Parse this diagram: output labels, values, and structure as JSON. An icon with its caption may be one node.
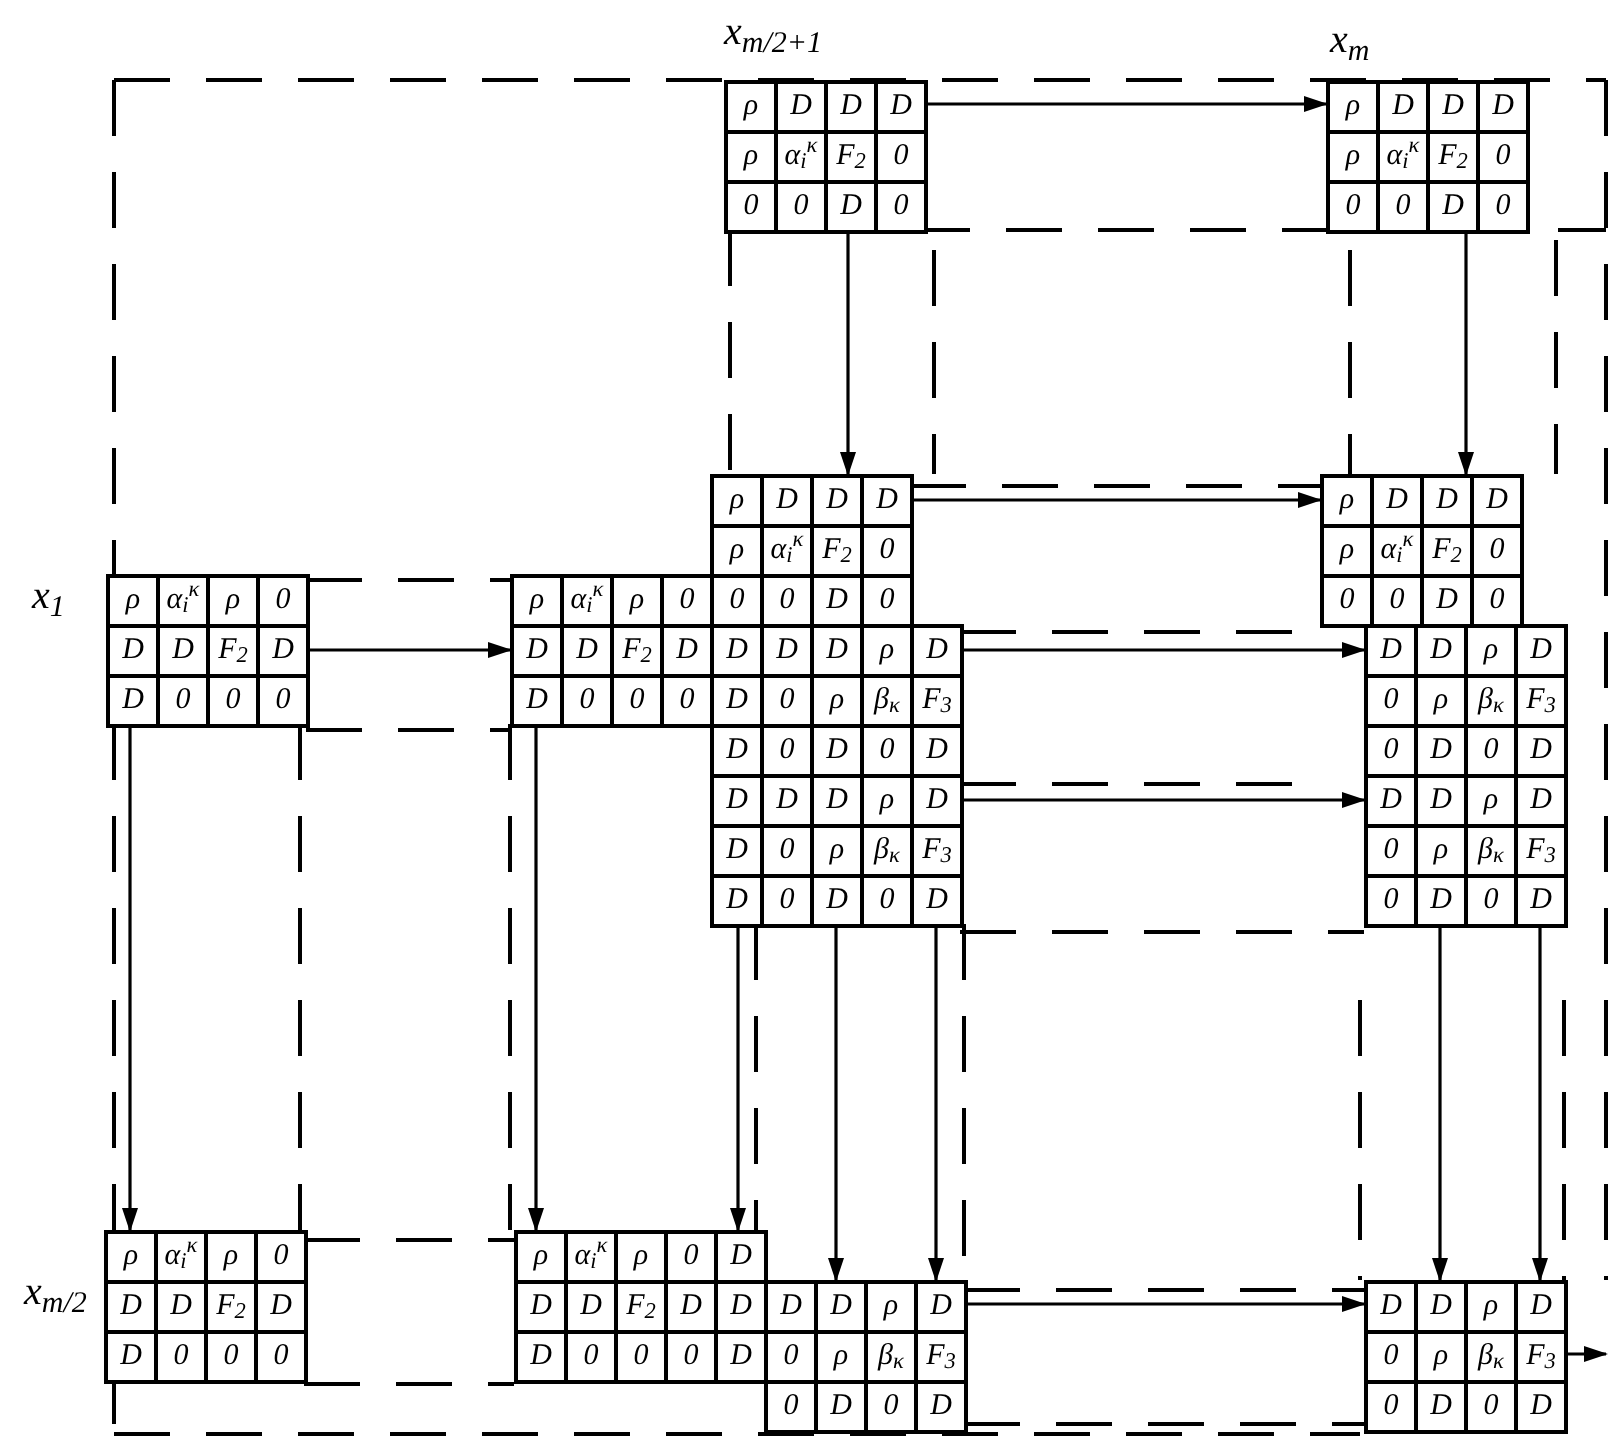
{
  "diagram": {
    "nodes": [
      {
        "text": [
          "ρ",
          "D",
          "D",
          "D",
          "ρ",
          "α$_{i}$$^{κ}$",
          "F$_{2}$",
          "0",
          "0",
          "0",
          "D",
          "0"
        ],
        "beside": [
          "x$_{m/2+1}$"
        ]
      },
      {
        "text": [
          "ρ",
          "D",
          "D",
          "D",
          "ρ",
          "α$_{i}$$^{κ}$",
          "F$_{2}$",
          "0",
          "0",
          "0",
          "D",
          "0"
        ],
        "beside": [
          "x$_{m}$"
        ]
      },
      {
        "text": [
          "ρ",
          "D",
          "D",
          "D",
          "ρ",
          "α$_{i}$$^{κ}$",
          "F$_{2}$",
          "0",
          "0",
          "0",
          "D",
          "0"
        ]
      },
      {
        "text": [
          "ρ",
          "D",
          "D",
          "D",
          "ρ",
          "α$_{i}$$^{κ}$",
          "F$_{2}$",
          "0",
          "0",
          "0",
          "D",
          "0"
        ]
      },
      {
        "text": [
          "ρ",
          "α$_{i}$$^{κ}$",
          "ρ",
          "0",
          "D",
          "D",
          "F$_{2}$",
          "D",
          "D",
          "0",
          "0",
          "0"
        ],
        "beside": [
          "x$_{1}$"
        ]
      },
      {
        "text": [
          "ρ",
          "α$_{i}$$^{κ}$",
          "ρ",
          "0",
          "D",
          "D",
          "F$_{2}$",
          "D",
          "D",
          "0",
          "0",
          "0"
        ]
      },
      {
        "text": [
          "D",
          "D",
          "D",
          "ρ",
          "D",
          "D",
          "0",
          "ρ",
          "β$_{κ}$",
          "F$_{3}$",
          "D",
          "0",
          "D",
          "0",
          "D",
          "D",
          "D",
          "D",
          "ρ",
          "D",
          "D",
          "0",
          "ρ",
          "β$_{κ}$",
          "F$_{3}$",
          "D",
          "0",
          "D",
          "0",
          "D"
        ]
      },
      {
        "text": [
          "D",
          "D",
          "ρ",
          "D",
          "0",
          "ρ",
          "β$_{κ}$",
          "F$_{3}$",
          "0",
          "D",
          "0",
          "D",
          "D",
          "D",
          "ρ",
          "D",
          "0",
          "ρ",
          "β$_{κ}$",
          "F$_{3}$",
          "0",
          "D",
          "0",
          "D"
        ]
      },
      {
        "text": [
          "ρ",
          "α$_{i}$$^{κ}$",
          "ρ",
          "0",
          "D",
          "D",
          "F$_{2}$",
          "D",
          "D",
          "0",
          "0",
          "0"
        ],
        "beside": [
          "x$_{m/2}$"
        ]
      },
      {
        "text": [
          "ρ",
          "α$_{i}$$^{κ}$",
          "ρ",
          "0",
          "D",
          "D",
          "D",
          "F$_{2}$",
          "D",
          "D",
          "D",
          "0",
          "0",
          "0",
          "D"
        ]
      },
      {
        "text": [
          "D",
          "D",
          "ρ",
          "D",
          "0",
          "ρ",
          "β$_{κ}$",
          "F$_{3}$",
          "0",
          "D",
          "0",
          "D"
        ]
      },
      {
        "text": [
          "D",
          "D",
          "ρ",
          "D",
          "0",
          "ρ",
          "β$_{κ}$",
          "F$_{3}$",
          "0",
          "D",
          "0",
          "D"
        ]
      }
    ],
    "edges": [
      {
        "from": 0,
        "to": 1,
        "arrow": "to"
      },
      {
        "from": 0,
        "to": 2,
        "arrow": "to"
      },
      {
        "from": 1,
        "to": 3,
        "arrow": "to"
      },
      {
        "from": 2,
        "to": 3,
        "arrow": "to"
      },
      {
        "from": 4,
        "to": 5,
        "arrow": "to"
      },
      {
        "from": 6,
        "to": 7,
        "arrow": "to"
      },
      {
        "from": 6,
        "to": 7,
        "arrow": "to"
      },
      {
        "from": 4,
        "to": 8,
        "arrow": "to"
      },
      {
        "from": 5,
        "to": 9,
        "arrow": "to"
      },
      {
        "from": 6,
        "to": 9,
        "arrow": "to"
      },
      {
        "from": 6,
        "to": 10,
        "arrow": "to"
      },
      {
        "from": 6,
        "to": 10,
        "arrow": "to"
      },
      {
        "from": 10,
        "to": 11,
        "arrow": "to"
      },
      {
        "from": 7,
        "to": 11,
        "arrow": "to"
      },
      {
        "from": 7,
        "to": 11,
        "arrow": "to"
      },
      {
        "from": 11,
        "to": null,
        "arrow": "to"
      }
    ]
  }
}
